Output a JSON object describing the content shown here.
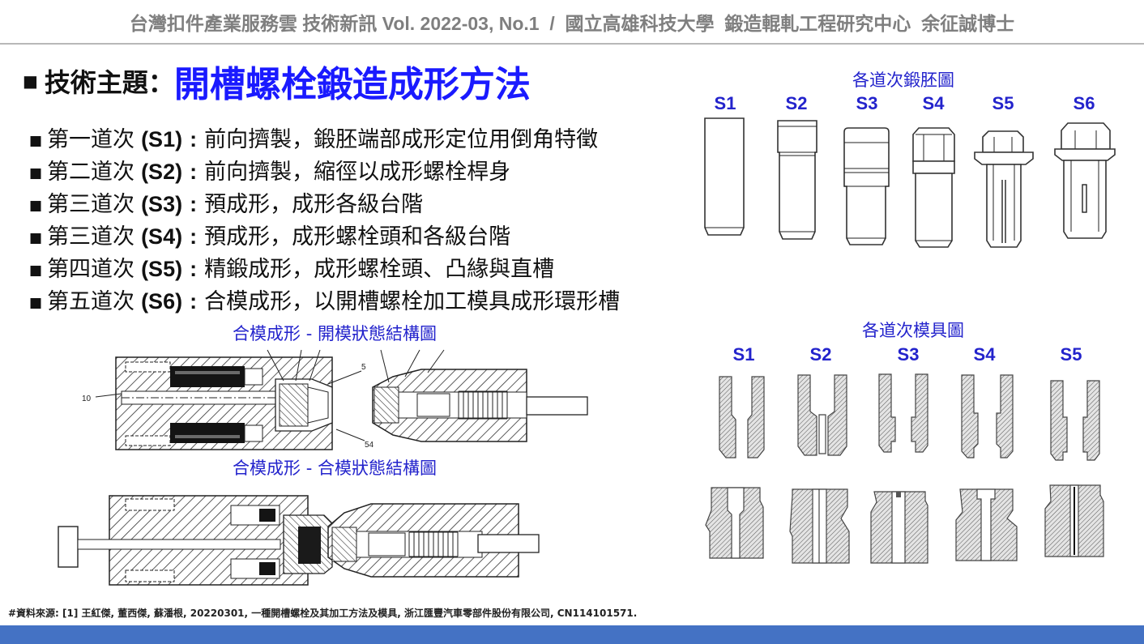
{
  "header": {
    "text": "台灣扣件產業服務雲 技術新訊 Vol. 2022-03, No.1  /  國立高雄科技大學  鍛造輥軋工程研究中心  余征誠博士"
  },
  "bullet": "■",
  "topic": {
    "label": "技術主題：",
    "title": "開槽螺栓鍛造成形方法"
  },
  "step_separator": ":",
  "steps": [
    {
      "stage": "第一道次",
      "code": "(S1)",
      "desc": "前向擠製，鍛胚端部成形定位用倒角特徵"
    },
    {
      "stage": "第二道次",
      "code": "(S2)",
      "desc": "前向擠製，縮徑以成形螺栓桿身"
    },
    {
      "stage": "第三道次",
      "code": "(S3)",
      "desc": "預成形，成形各級台階"
    },
    {
      "stage": "第三道次",
      "code": "(S4)",
      "desc": "預成形，成形螺栓頭和各級台階"
    },
    {
      "stage": "第四道次",
      "code": "(S5)",
      "desc": "精鍛成形，成形螺栓頭、凸緣與直槽"
    },
    {
      "stage": "第五道次",
      "code": "(S6)",
      "desc": "合模成形，以開槽螺栓加工模具成形環形槽"
    }
  ],
  "die_assembly": {
    "open_caption": "合模成形 - 開模狀態結構圖",
    "closed_caption": "合模成形 - 合模狀態結構圖",
    "callouts": [
      "10",
      "5",
      "54"
    ]
  },
  "blanks": {
    "caption": "各道次鍛胚圖",
    "labels": [
      "S1",
      "S2",
      "S3",
      "S4",
      "S5",
      "S6"
    ]
  },
  "dies": {
    "caption": "各道次模具圖",
    "labels": [
      "S1",
      "S2",
      "S3",
      "S4",
      "S5"
    ]
  },
  "footnote": "#資料來源: [1] 王紅傑, 董西傑, 蘇潘根, 20220301, 一種開槽螺栓及其加工方法及模具, 浙江匯豐汽車零部件股份有限公司, CN114101571.",
  "colors": {
    "accent_blue": "#1a1aff",
    "caption_blue": "#2323cc",
    "header_gray": "#7f7f7f",
    "footer_bar": "#4472c4"
  }
}
